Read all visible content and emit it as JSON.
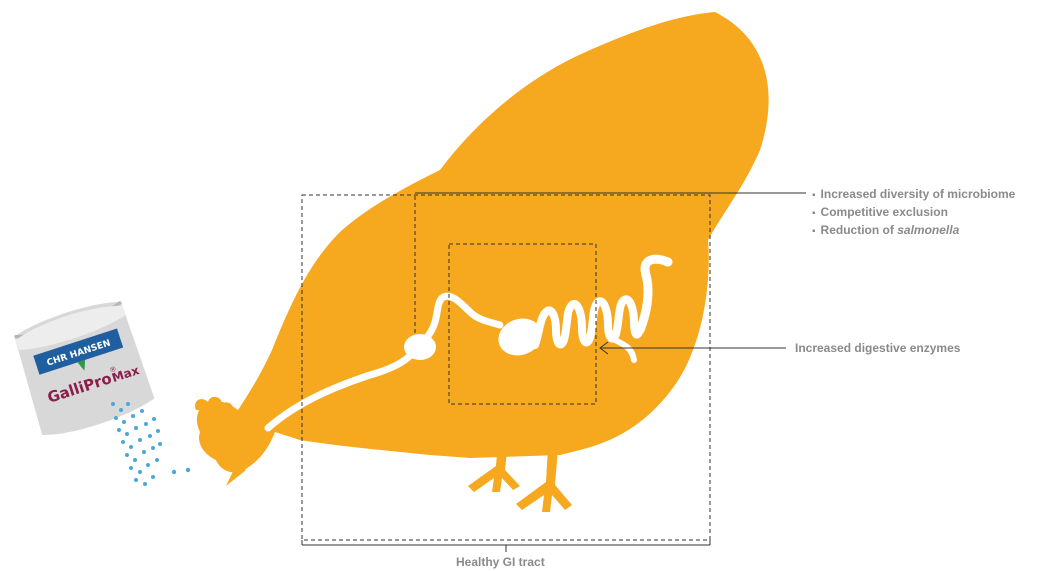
{
  "bag": {
    "brand": "CHR HANSEN",
    "product": "GalliPro",
    "product_suffix": "Max",
    "registered_mark": "®"
  },
  "callouts": {
    "microbiome_bullets": [
      {
        "prefix": "Increased diversity of microbiome",
        "italic": ""
      },
      {
        "prefix": "Competitive exclusion",
        "italic": ""
      },
      {
        "prefix": "Reduction of ",
        "italic": "salmonella"
      }
    ],
    "enzymes": "Increased digestive enzymes",
    "gi_tract": "Healthy GI tract"
  },
  "colors": {
    "chicken": "#F6A81F",
    "gut": "#FFFFFF",
    "label_text": "#8A8A8A",
    "lines": "#333333",
    "bag_blue": "#1F5FA0",
    "bag_maroon": "#8B1E4A",
    "granules": "#4AA8D8"
  }
}
